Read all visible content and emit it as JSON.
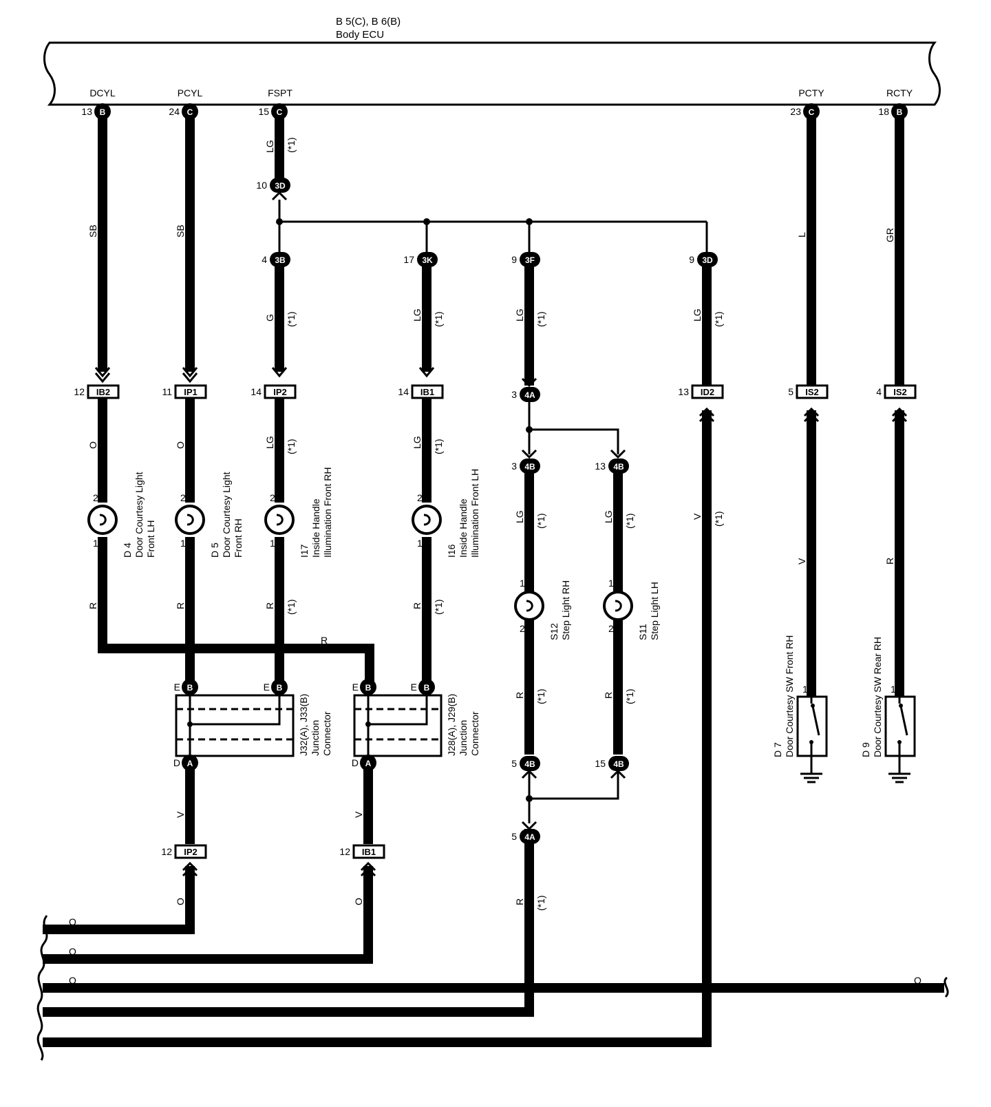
{
  "ecu": {
    "title_line1": "B 5(C), B 6(B)",
    "title_line2": "Body ECU",
    "terminals": [
      {
        "name": "DCYL",
        "pin": "13",
        "conn": "B"
      },
      {
        "name": "PCYL",
        "pin": "24",
        "conn": "C"
      },
      {
        "name": "FSPT",
        "pin": "15",
        "conn": "C"
      },
      {
        "name": "PCTY",
        "pin": "23",
        "conn": "C"
      },
      {
        "name": "RCTY",
        "pin": "18",
        "conn": "B"
      }
    ]
  },
  "junction_connectors": [
    {
      "pin": "10",
      "id": "3D"
    },
    {
      "pin": "4",
      "id": "3B"
    },
    {
      "pin": "17",
      "id": "3K"
    },
    {
      "pin": "9",
      "id": "3F"
    },
    {
      "pin": "9",
      "id": "3D"
    },
    {
      "pin": "3",
      "id": "4A"
    },
    {
      "pin": "3",
      "id": "4B"
    },
    {
      "pin": "13",
      "id": "4B"
    },
    {
      "pin": "5",
      "id": "4B"
    },
    {
      "pin": "15",
      "id": "4B"
    },
    {
      "pin": "5",
      "id": "4A"
    }
  ],
  "wire_connectors": [
    {
      "pin": "12",
      "id": "IB2"
    },
    {
      "pin": "11",
      "id": "IP1"
    },
    {
      "pin": "14",
      "id": "IP2"
    },
    {
      "pin": "14",
      "id": "IB1"
    },
    {
      "pin": "13",
      "id": "ID2"
    },
    {
      "pin": "5",
      "id": "IS2"
    },
    {
      "pin": "4",
      "id": "IS2"
    },
    {
      "pin": "12",
      "id": "IP2"
    },
    {
      "pin": "12",
      "id": "IB1"
    }
  ],
  "components": [
    {
      "code": "D 4",
      "name1": "Door Courtesy Light",
      "name2": "Front LH"
    },
    {
      "code": "D 5",
      "name1": "Door Courtesy Light",
      "name2": "Front RH"
    },
    {
      "code": "I17",
      "name1": "Inside Handle",
      "name2": "Illumination Front RH"
    },
    {
      "code": "I16",
      "name1": "Inside Handle",
      "name2": "Illumination Front LH"
    },
    {
      "code": "S12",
      "name1": "Step Light RH",
      "name2": ""
    },
    {
      "code": "S11",
      "name1": "Step Light LH",
      "name2": ""
    },
    {
      "code": "D 7",
      "name1": "Door Courtesy SW Front RH",
      "name2": ""
    },
    {
      "code": "D 9",
      "name1": "Door Courtesy SW Rear RH",
      "name2": ""
    }
  ],
  "junction_blocks": [
    {
      "code": "J32(A), J33(B)",
      "name1": "Junction",
      "name2": "Connector",
      "pins": [
        "E",
        "B",
        "E",
        "B",
        "D",
        "A"
      ]
    },
    {
      "code": "J28(A), J29(B)",
      "name1": "Junction",
      "name2": "Connector",
      "pins": [
        "E",
        "B",
        "E",
        "B",
        "D",
        "A"
      ]
    }
  ],
  "wire_colors": {
    "sb": "SB",
    "lg": "LG",
    "g": "G",
    "o": "O",
    "r": "R",
    "l": "L",
    "gr": "GR",
    "v": "V",
    "star": "(*1)",
    "r_star": "R(*1)",
    "v_star": "V(*1)"
  },
  "bulb_pins": {
    "one": "1",
    "two": "2"
  },
  "colors": {
    "line": "#000000",
    "background": "#ffffff"
  }
}
